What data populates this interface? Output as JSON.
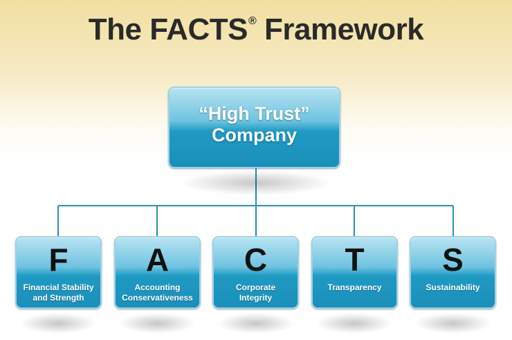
{
  "title": {
    "text": "The FACTS",
    "mark": "®",
    "rest": " Framework"
  },
  "root": {
    "line1": "“High Trust”",
    "line2": "Company"
  },
  "pillars": [
    {
      "letter": "F",
      "line1": "Financial Stability",
      "line2": "and Strength"
    },
    {
      "letter": "A",
      "line1": "Accounting",
      "line2": "Conservativeness"
    },
    {
      "letter": "C",
      "line1": "Corporate",
      "line2": "Integrity"
    },
    {
      "letter": "T",
      "line1": "Transparency",
      "line2": ""
    },
    {
      "letter": "S",
      "line1": "Sustainability",
      "line2": ""
    }
  ],
  "colors": {
    "box_top": "#b8e3f2",
    "box_bottom": "#1b8fb9",
    "connector": "#2a8fb2",
    "title": "#2a2a2a"
  }
}
